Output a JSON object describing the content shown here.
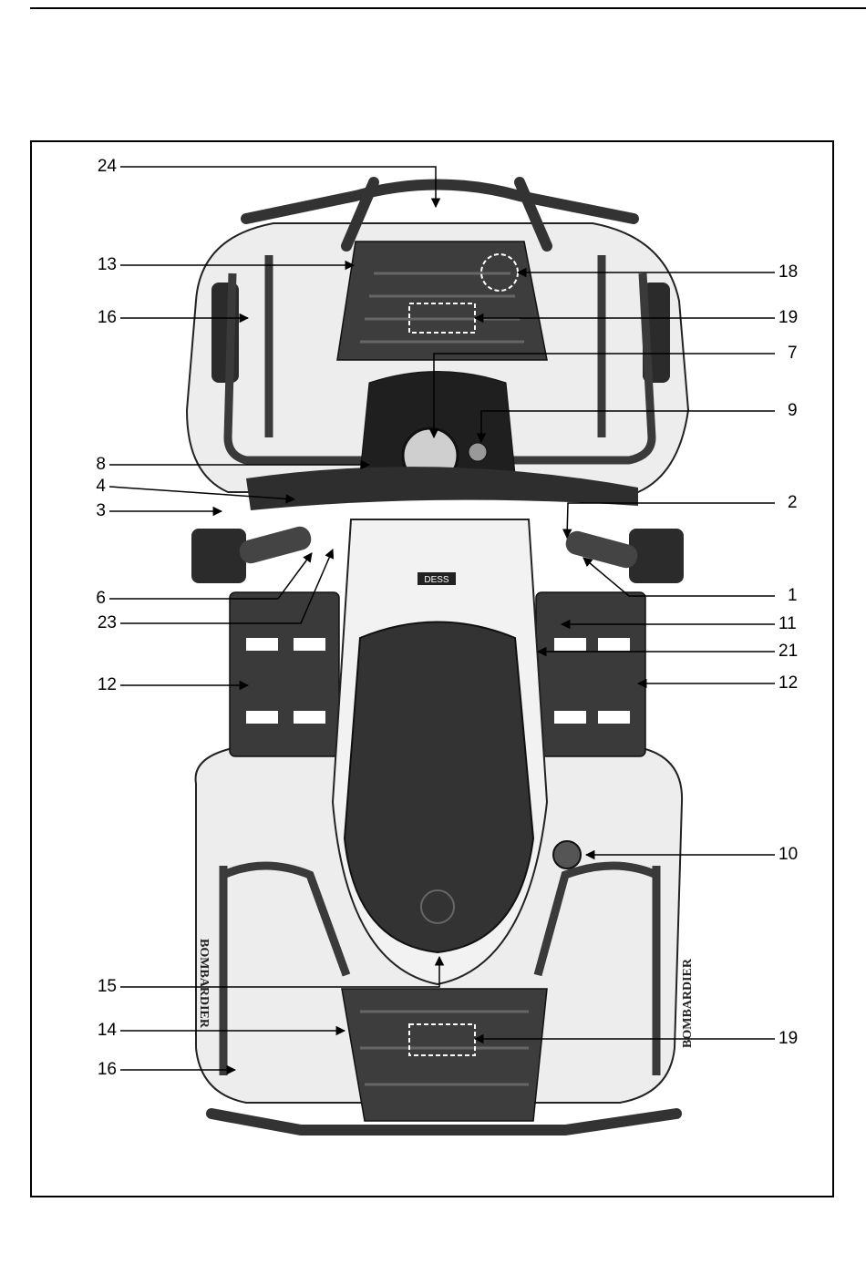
{
  "callouts": {
    "left": [
      {
        "id": "c24",
        "label": "24"
      },
      {
        "id": "c13",
        "label": "13"
      },
      {
        "id": "c16a",
        "label": "16"
      },
      {
        "id": "c8",
        "label": "8"
      },
      {
        "id": "c4",
        "label": "4"
      },
      {
        "id": "c3",
        "label": "3"
      },
      {
        "id": "c6",
        "label": "6"
      },
      {
        "id": "c23",
        "label": "23"
      },
      {
        "id": "c12a",
        "label": "12"
      },
      {
        "id": "c15",
        "label": "15"
      },
      {
        "id": "c14",
        "label": "14"
      },
      {
        "id": "c16b",
        "label": "16"
      }
    ],
    "right": [
      {
        "id": "c18",
        "label": "18"
      },
      {
        "id": "c19a",
        "label": "19"
      },
      {
        "id": "c7",
        "label": "7"
      },
      {
        "id": "c9",
        "label": "9"
      },
      {
        "id": "c2",
        "label": "2"
      },
      {
        "id": "c1",
        "label": "1"
      },
      {
        "id": "c11",
        "label": "11"
      },
      {
        "id": "c21",
        "label": "21"
      },
      {
        "id": "c12b",
        "label": "12"
      },
      {
        "id": "c10",
        "label": "10"
      },
      {
        "id": "c19b",
        "label": "19"
      }
    ]
  },
  "decals": {
    "brand_left": "BOMBARDIER",
    "brand_right": "BOMBARDIER",
    "center_badge": "DESS"
  }
}
